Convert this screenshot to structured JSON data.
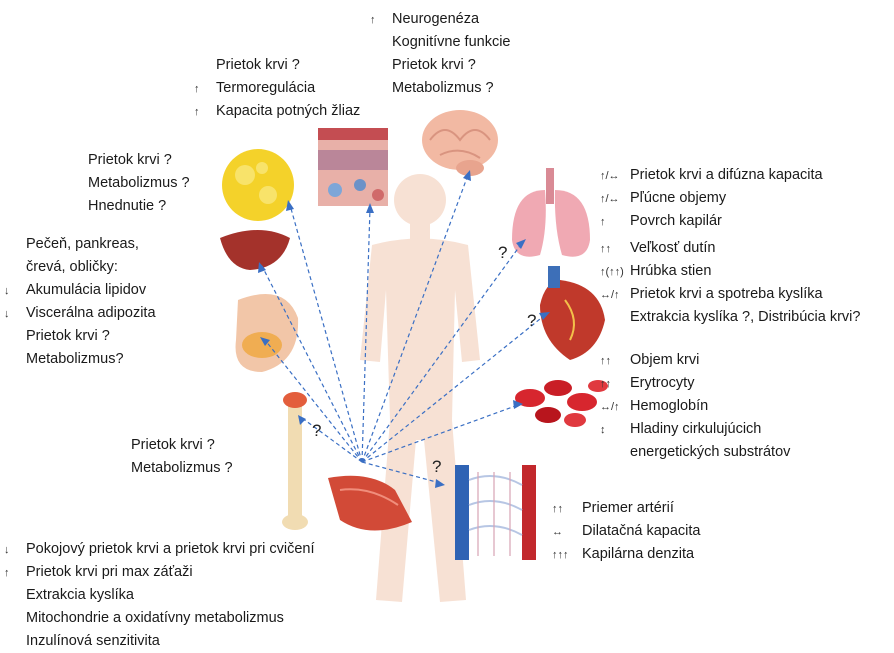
{
  "labels": {
    "brain": {
      "lines": [
        {
          "arrow": "↑",
          "text": "Neurogenéza"
        },
        {
          "arrow": "",
          "text": "Kognitívne funkcie"
        },
        {
          "arrow": "",
          "text": "Prietok krvi ?"
        },
        {
          "arrow": "",
          "text": "Metabolizmus ?"
        }
      ]
    },
    "skin": {
      "lines": [
        {
          "arrow": "",
          "text": "Prietok krvi ?"
        },
        {
          "arrow": "↑",
          "text": "Termoregulácia"
        },
        {
          "arrow": "↑",
          "text": "Kapacita potných žliaz"
        }
      ]
    },
    "fat": {
      "lines": [
        {
          "text": "Prietok krvi ?"
        },
        {
          "text": "Metabolizmus ?"
        },
        {
          "text": "Hnednutie ?"
        }
      ]
    },
    "organs": {
      "lines": [
        {
          "arrow": "",
          "text": "Pečeň, pankreas,"
        },
        {
          "arrow": "",
          "text": "črevá, obličky:"
        },
        {
          "arrow": "↓",
          "text": "Akumulácia lipidov"
        },
        {
          "arrow": "↓",
          "text": "Viscerálna adipozita"
        },
        {
          "arrow": "",
          "text": "Prietok krvi ?"
        },
        {
          "arrow": "",
          "text": "Metabolizmus?"
        }
      ]
    },
    "bone": {
      "lines": [
        {
          "text": "Prietok krvi ?"
        },
        {
          "text": "Metabolizmus ?"
        }
      ]
    },
    "lungs": {
      "lines": [
        {
          "arrow": "↑/↔",
          "text": "Prietok krvi a difúzna kapacita"
        },
        {
          "arrow": "↑/↔",
          "text": "Pľúcne objemy"
        },
        {
          "arrow": "↑",
          "text": "Povrch kapilár"
        }
      ]
    },
    "heart": {
      "lines": [
        {
          "arrow": "↑↑",
          "text": "Veľkosť dutín"
        },
        {
          "arrow": "↑(↑↑)",
          "text": "Hrúbka stien"
        },
        {
          "arrow": "↔/↑",
          "text": "Prietok krvi a spotreba kyslíka"
        },
        {
          "arrow": "",
          "text": "Extrakcia kyslíka ?, Distribúcia krvi?"
        }
      ]
    },
    "blood": {
      "lines": [
        {
          "arrow": "↑↑",
          "text": "Objem krvi"
        },
        {
          "arrow": "↑↑",
          "text": "Erytrocyty"
        },
        {
          "arrow": "↔/↑",
          "text": "Hemoglobín"
        },
        {
          "arrow": "↕",
          "text": "Hladiny cirkulujúcich"
        },
        {
          "arrow": "",
          "text": "energetických substrátov"
        }
      ]
    },
    "vessels": {
      "lines": [
        {
          "arrow": "↑↑",
          "text": "Priemer artérií"
        },
        {
          "arrow": "↔",
          "text": "Dilatačná kapacita"
        },
        {
          "arrow": "↑↑↑",
          "text": "Kapilárna denzita"
        }
      ]
    },
    "muscle": {
      "lines": [
        {
          "arrow": "↓",
          "text": "Pokojový prietok krvi  a prietok krvi pri cvičení"
        },
        {
          "arrow": "↑",
          "text": "Prietok krvi pri max záťaži"
        },
        {
          "arrow": "",
          "text": "Extrakcia kyslíka"
        },
        {
          "arrow": "",
          "text": "Mitochondrie a oxidatívny metabolizmus"
        },
        {
          "arrow": "",
          "text": "Inzulínová senzitivita"
        }
      ]
    }
  },
  "question_marks": [
    "?",
    "?",
    "?",
    "?"
  ],
  "colors": {
    "arrow_line": "#3a6fc4",
    "body": "#f6dccd",
    "lungs": "#f0a9b3",
    "heart": "#c0392b",
    "brain": "#f2b9a3",
    "fat": "#f4d22a",
    "liver": "#a4322b",
    "blood_cells": "#d7262e",
    "muscle": "#d24a37",
    "bone": "#f1dcb2"
  }
}
